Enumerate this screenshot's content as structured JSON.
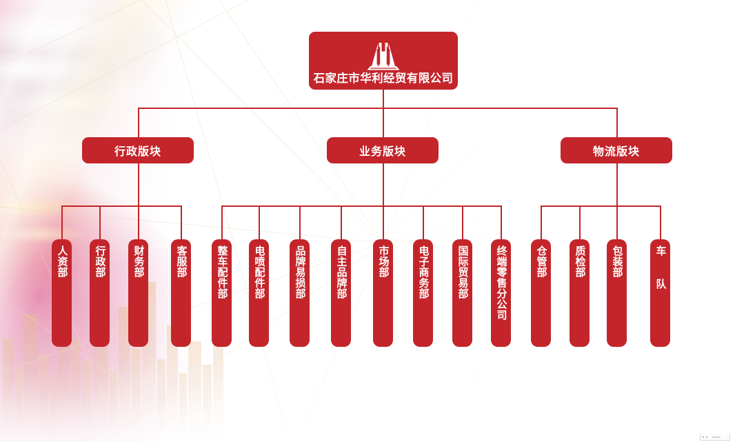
{
  "document": {
    "title": "石家庄市华利经贸有限公司 组织架构图",
    "accent_color": "#C3252B",
    "line_color": "#C0252A",
    "text_color": "#FFFFFF",
    "background_color": "#FFFFFF"
  },
  "root": {
    "label": "石家庄市华利经贸有限公司",
    "logo_icon": "company-arch-logo-icon"
  },
  "divisions": [
    {
      "id": "administrative",
      "label": "行政版块",
      "children": [
        {
          "label": "人资部"
        },
        {
          "label": "行政部"
        },
        {
          "label": "财务部"
        },
        {
          "label": "客服部"
        }
      ]
    },
    {
      "id": "business",
      "label": "业务版块",
      "children": [
        {
          "label": "整车配件部"
        },
        {
          "label": "电喷配件部"
        },
        {
          "label": "品牌易损部"
        },
        {
          "label": "自主品牌部"
        },
        {
          "label": "市场部"
        },
        {
          "label": "电子商务部"
        },
        {
          "label": "国际贸易部"
        },
        {
          "label": "终端零售分公司"
        }
      ]
    },
    {
      "id": "logistics",
      "label": "物流版块",
      "children": [
        {
          "label": "仓管部"
        },
        {
          "label": "质检部"
        },
        {
          "label": "包装部"
        },
        {
          "label": "车　队",
          "spaced": true
        }
      ]
    }
  ]
}
